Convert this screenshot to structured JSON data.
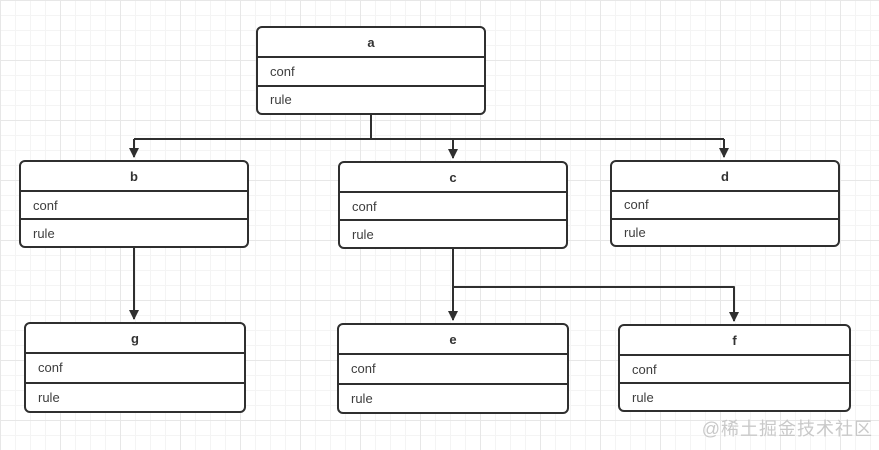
{
  "diagram": {
    "type": "tree-flowchart",
    "colors": {
      "background": "#ffffff",
      "grid_minor": "#f4f4f4",
      "grid_major": "#e7e7e7",
      "node_border": "#2f2f2f",
      "node_fill": "#ffffff",
      "title_text": "#333333",
      "row_text": "#3d3d3d",
      "edge": "#2f2f2f",
      "watermark": "#c9c9c9"
    },
    "nodes": [
      {
        "id": "a",
        "title": "a",
        "rows": [
          "conf",
          "rule"
        ]
      },
      {
        "id": "b",
        "title": "b",
        "rows": [
          "conf",
          "rule"
        ]
      },
      {
        "id": "c",
        "title": "c",
        "rows": [
          "conf",
          "rule"
        ]
      },
      {
        "id": "d",
        "title": "d",
        "rows": [
          "conf",
          "rule"
        ]
      },
      {
        "id": "g",
        "title": "g",
        "rows": [
          "conf",
          "rule"
        ]
      },
      {
        "id": "e",
        "title": "e",
        "rows": [
          "conf",
          "rule"
        ]
      },
      {
        "id": "f",
        "title": "f",
        "rows": [
          "conf",
          "rule"
        ]
      }
    ],
    "edges": [
      {
        "from": "a",
        "to": "b"
      },
      {
        "from": "a",
        "to": "c"
      },
      {
        "from": "a",
        "to": "d"
      },
      {
        "from": "b",
        "to": "g"
      },
      {
        "from": "c",
        "to": "e"
      },
      {
        "from": "c",
        "to": "f"
      }
    ],
    "watermark": "@稀土掘金技术社区"
  }
}
